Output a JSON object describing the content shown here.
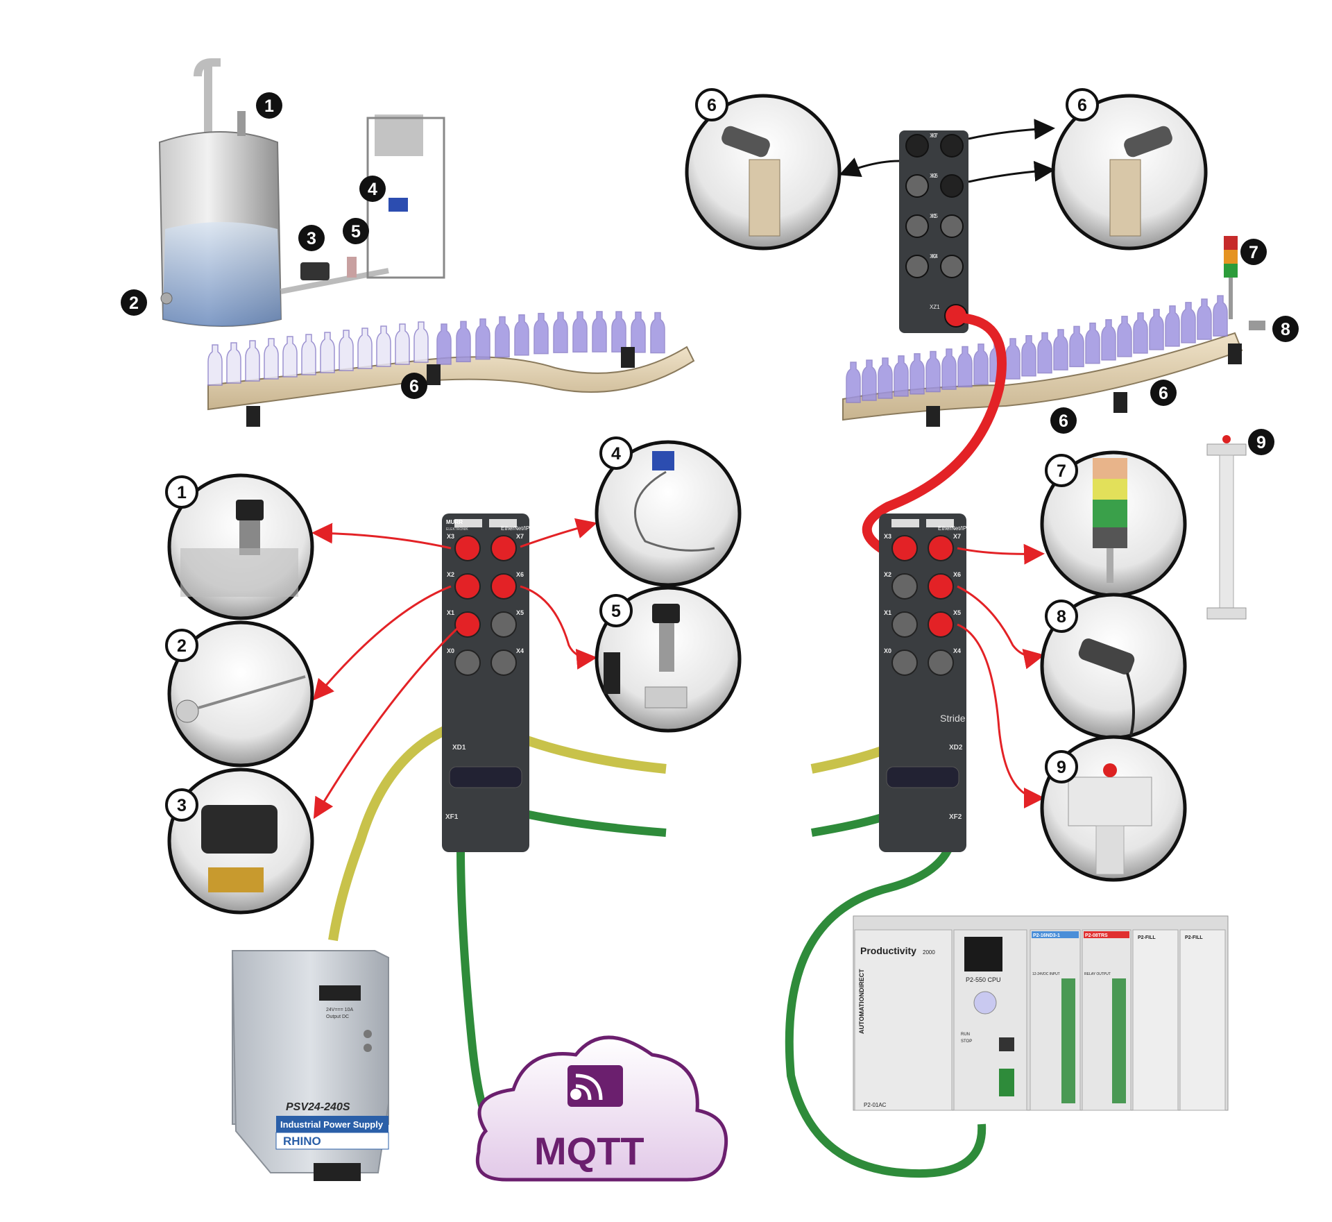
{
  "callouts": {
    "n1": "1",
    "n2": "2",
    "n3": "3",
    "n4": "4",
    "n5": "5",
    "n6": "6",
    "n7": "7",
    "n8": "8",
    "n9": "9"
  },
  "io_left": {
    "brand": "MURR",
    "brand_sub": "ELEKTRONIK",
    "protocol": "EtherNet/IP",
    "ports": [
      "X3",
      "X2",
      "X1",
      "X0",
      "X7",
      "X6",
      "X5",
      "X4"
    ],
    "uplink_1": "XD1",
    "uplink_2": "XF1"
  },
  "io_right": {
    "brand": "Stride",
    "protocol": "EtherNet/IP",
    "ports": [
      "X3",
      "X2",
      "X1",
      "X0",
      "X7",
      "X6",
      "X5",
      "X4"
    ],
    "uplink_1": "XD2",
    "uplink_2": "XF2"
  },
  "io_top": {
    "ports": [
      "X3",
      "X2",
      "X1",
      "X0",
      "X7",
      "X6",
      "X5",
      "X4",
      "XZ1"
    ]
  },
  "power_supply": {
    "model": "PSV24-240S",
    "label": "Industrial Power Supply",
    "brand": "RHINO",
    "rating": "24V=== 10A",
    "output": "Output DC"
  },
  "mqtt": {
    "text": "MQTT"
  },
  "plc": {
    "brand": "Productivity",
    "series": "2000",
    "maker": "AUTOMATIONDIRECT",
    "cpu": "P2-550 CPU",
    "power_module": "P2-01AC",
    "input_module": "P2-16ND3-1",
    "input_caption": "12-24VDC INPUT",
    "relay_module": "P2-08TRS",
    "relay_caption": "RELAY OUTPUT",
    "fill_1": "P2-FILL",
    "fill_2": "P2-FILL",
    "run": "RUN",
    "stop": "STOP"
  },
  "colors": {
    "red_cable": "#e32226",
    "green_cable": "#2e8b3a",
    "yellow_cable": "#c8c24a",
    "mqtt_purple": "#6b1f6e",
    "io_body": "#3a3d40",
    "rhino_blue": "#2a5fa8"
  }
}
